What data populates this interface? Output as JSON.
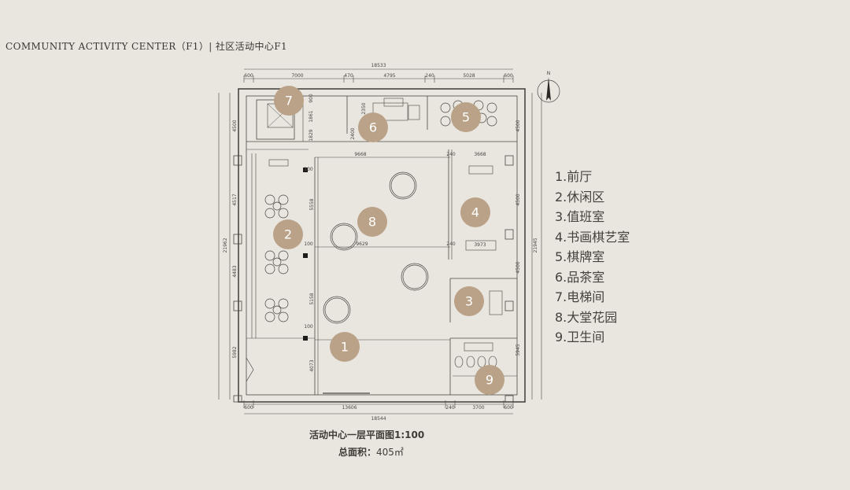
{
  "title": "COMMUNITY ACTIVITY CENTER（F1）|  社区活动中心F1",
  "legend": [
    "1.前厅",
    "2.休闲区",
    "3.值班室",
    "4.书画棋艺室",
    "5.棋牌室",
    "6.品茶室",
    "7.电梯间",
    "8.大堂花园",
    "9.卫生间"
  ],
  "room_markers": [
    "1",
    "2",
    "3",
    "4",
    "5",
    "6",
    "7",
    "8",
    "9"
  ],
  "dimensions": {
    "top_total": "18533",
    "top_segments": [
      "600",
      "7000",
      "470",
      "4795",
      "240",
      "5028",
      "600"
    ],
    "bottom_total": "18544",
    "bottom_segments": [
      "600",
      "13606",
      "240",
      "3700",
      "600"
    ],
    "left_total": "21962",
    "left_segments": [
      "4500",
      "4517",
      "4483",
      "5982"
    ],
    "right_total": "21945",
    "right_segments": [
      "4500",
      "4500",
      "4500",
      "5945"
    ],
    "interior_widths": [
      "9668",
      "3668",
      "9629",
      "3973"
    ],
    "interior_heights": [
      "5558",
      "5158",
      "4073"
    ],
    "small_marks": [
      "900",
      "1861",
      "1829",
      "2350",
      "2400",
      "600",
      "240",
      "100"
    ]
  },
  "caption": "活动中心一层平面图1:100",
  "area_label": "总面积：",
  "area_value": "405㎡",
  "north_label": "N",
  "colors": {
    "background": "#e9e5df",
    "marker": "#b9a287",
    "marker_text": "#ffffff",
    "line": "#4a4642"
  }
}
